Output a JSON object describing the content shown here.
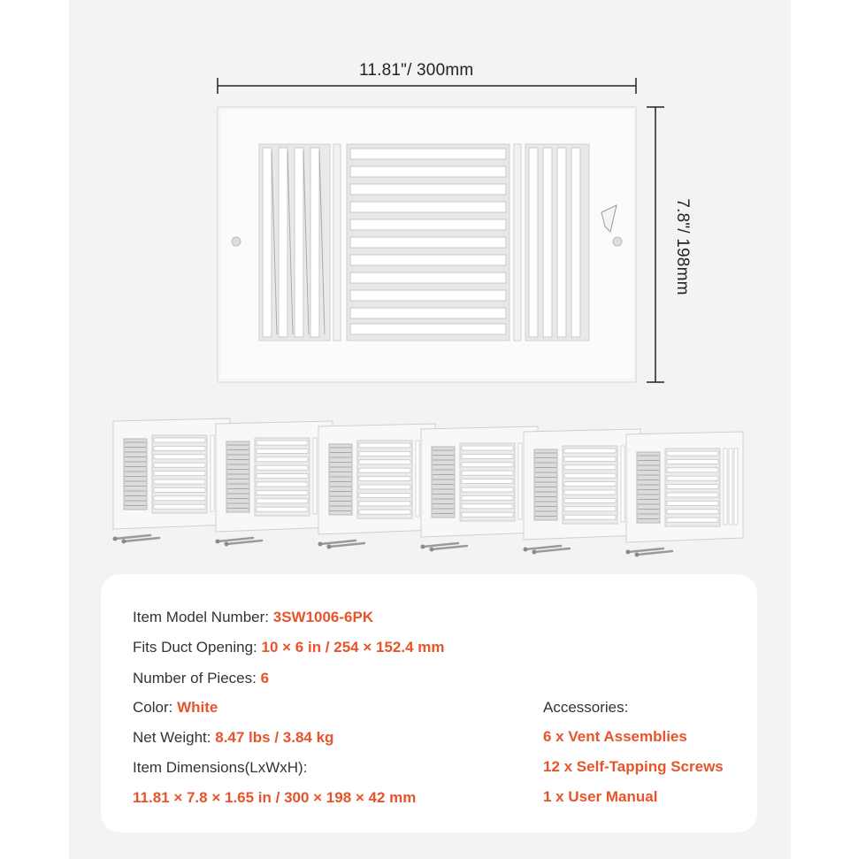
{
  "dimensions": {
    "width_label": "11.81\"/ 300mm",
    "height_label": "7.8\"/ 198mm"
  },
  "product": {
    "pieces_shown": 6
  },
  "specs": {
    "model_label": "Item Model Number:",
    "model_value": "3SW1006-6PK",
    "duct_label": "Fits Duct Opening:",
    "duct_value": "10 × 6 in / 254 × 152.4 mm",
    "pieces_label": "Number of Pieces:",
    "pieces_value": "6",
    "color_label": "Color:",
    "color_value": "White",
    "weight_label": "Net Weight:",
    "weight_value": "8.47 lbs / 3.84 kg",
    "dims_label": "Item Dimensions(LxWxH):",
    "dims_value": "11.81 × 7.8 × 1.65 in / 300 × 198 × 42 mm"
  },
  "accessories": {
    "title": "Accessories:",
    "items": [
      "6 x Vent Assemblies",
      "12 x Self-Tapping Screws",
      "1 x User Manual"
    ]
  },
  "colors": {
    "accent": "#e8542a",
    "text": "#333333",
    "background": "#f3f3f3",
    "card": "#ffffff"
  }
}
